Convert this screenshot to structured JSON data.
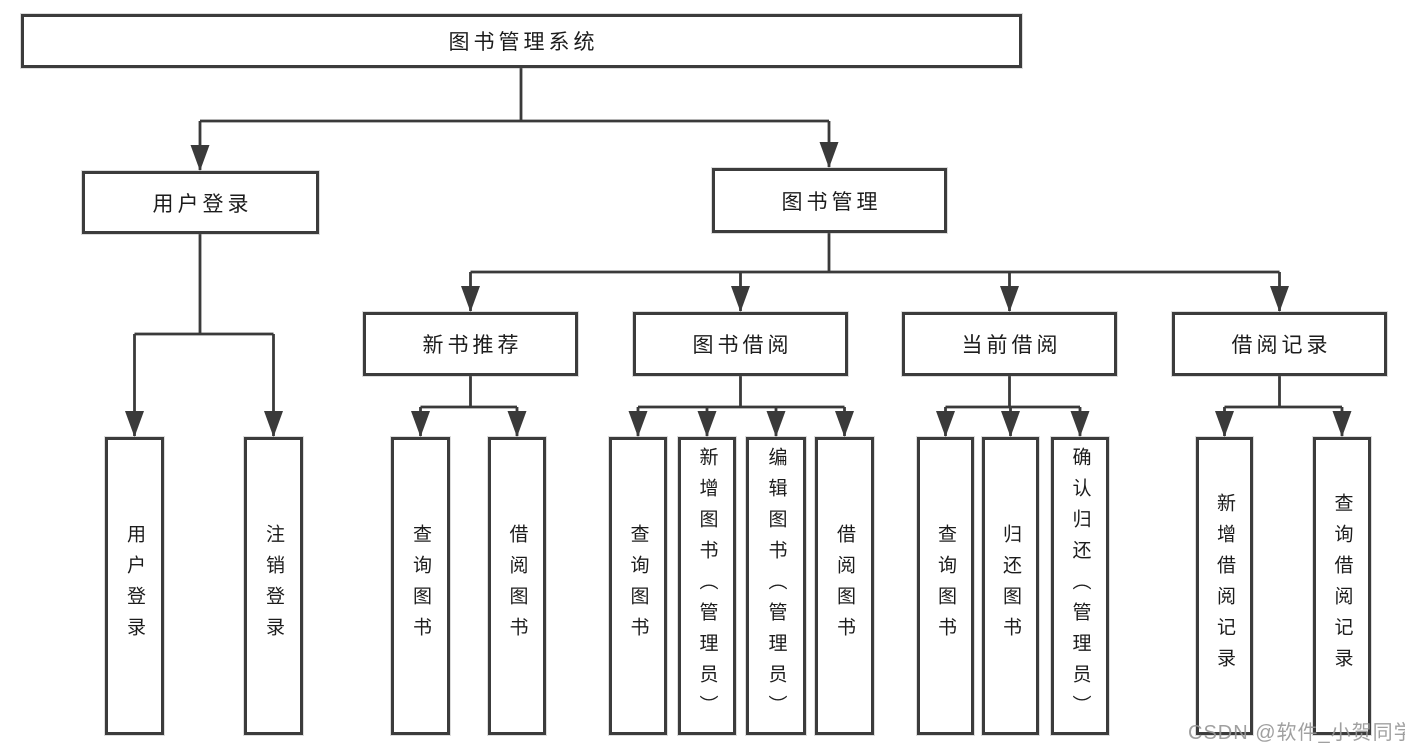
{
  "diagram_type": "hierarchy-tree",
  "nodes": {
    "root": "图书管理系统",
    "user_login": "用户登录",
    "book_mgmt": "图书管理",
    "new_book_rec": "新书推荐",
    "book_borrow": "图书借阅",
    "current_borrow": "当前借阅",
    "borrow_records": "借阅记录",
    "leaf_user_login": "用户登录",
    "leaf_logout": "注销登录",
    "rec_query_book": "查询图书",
    "rec_borrow_book": "借阅图书",
    "bb_query_book": "查询图书",
    "bb_add_book": "新增图书（管理员）",
    "bb_edit_book": "编辑图书（管理员）",
    "bb_borrow_book": "借阅图书",
    "cb_query_book": "查询图书",
    "cb_return_book": "归还图书",
    "cb_confirm_return": "确认归还（管理员）",
    "br_add_record": "新增借阅记录",
    "br_query_record": "查询借阅记录"
  },
  "hierarchy": {
    "图书管理系统": {
      "用户登录": [
        "用户登录",
        "注销登录"
      ],
      "图书管理": {
        "新书推荐": [
          "查询图书",
          "借阅图书"
        ],
        "图书借阅": [
          "查询图书",
          "新增图书（管理员）",
          "编辑图书（管理员）",
          "借阅图书"
        ],
        "当前借阅": [
          "查询图书",
          "归还图书",
          "确认归还（管理员）"
        ],
        "借阅记录": [
          "新增借阅记录",
          "查询借阅记录"
        ]
      }
    }
  },
  "watermark": {
    "text": "CSDN @软件_小贺同学"
  },
  "colors": {
    "background": "#ffffff",
    "line": "#3a3a3a",
    "box_border": "#3c3c3c",
    "text": "#1c1c1c",
    "watermark": "#969696"
  }
}
